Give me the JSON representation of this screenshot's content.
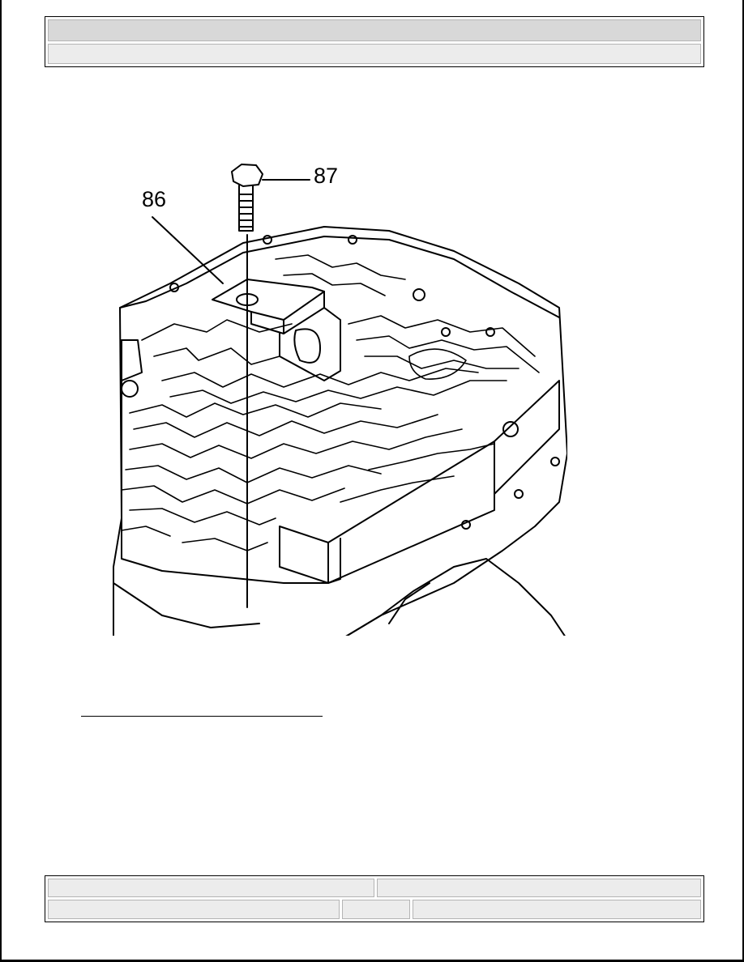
{
  "header": {
    "title": "",
    "subtitle": ""
  },
  "figure": {
    "callouts": [
      {
        "id": "86",
        "label": "86"
      },
      {
        "id": "87",
        "label": "87"
      }
    ]
  },
  "footer": {
    "left_top": "",
    "right_top": "",
    "left_bottom": "",
    "mid_bottom": "",
    "right_bottom": ""
  }
}
